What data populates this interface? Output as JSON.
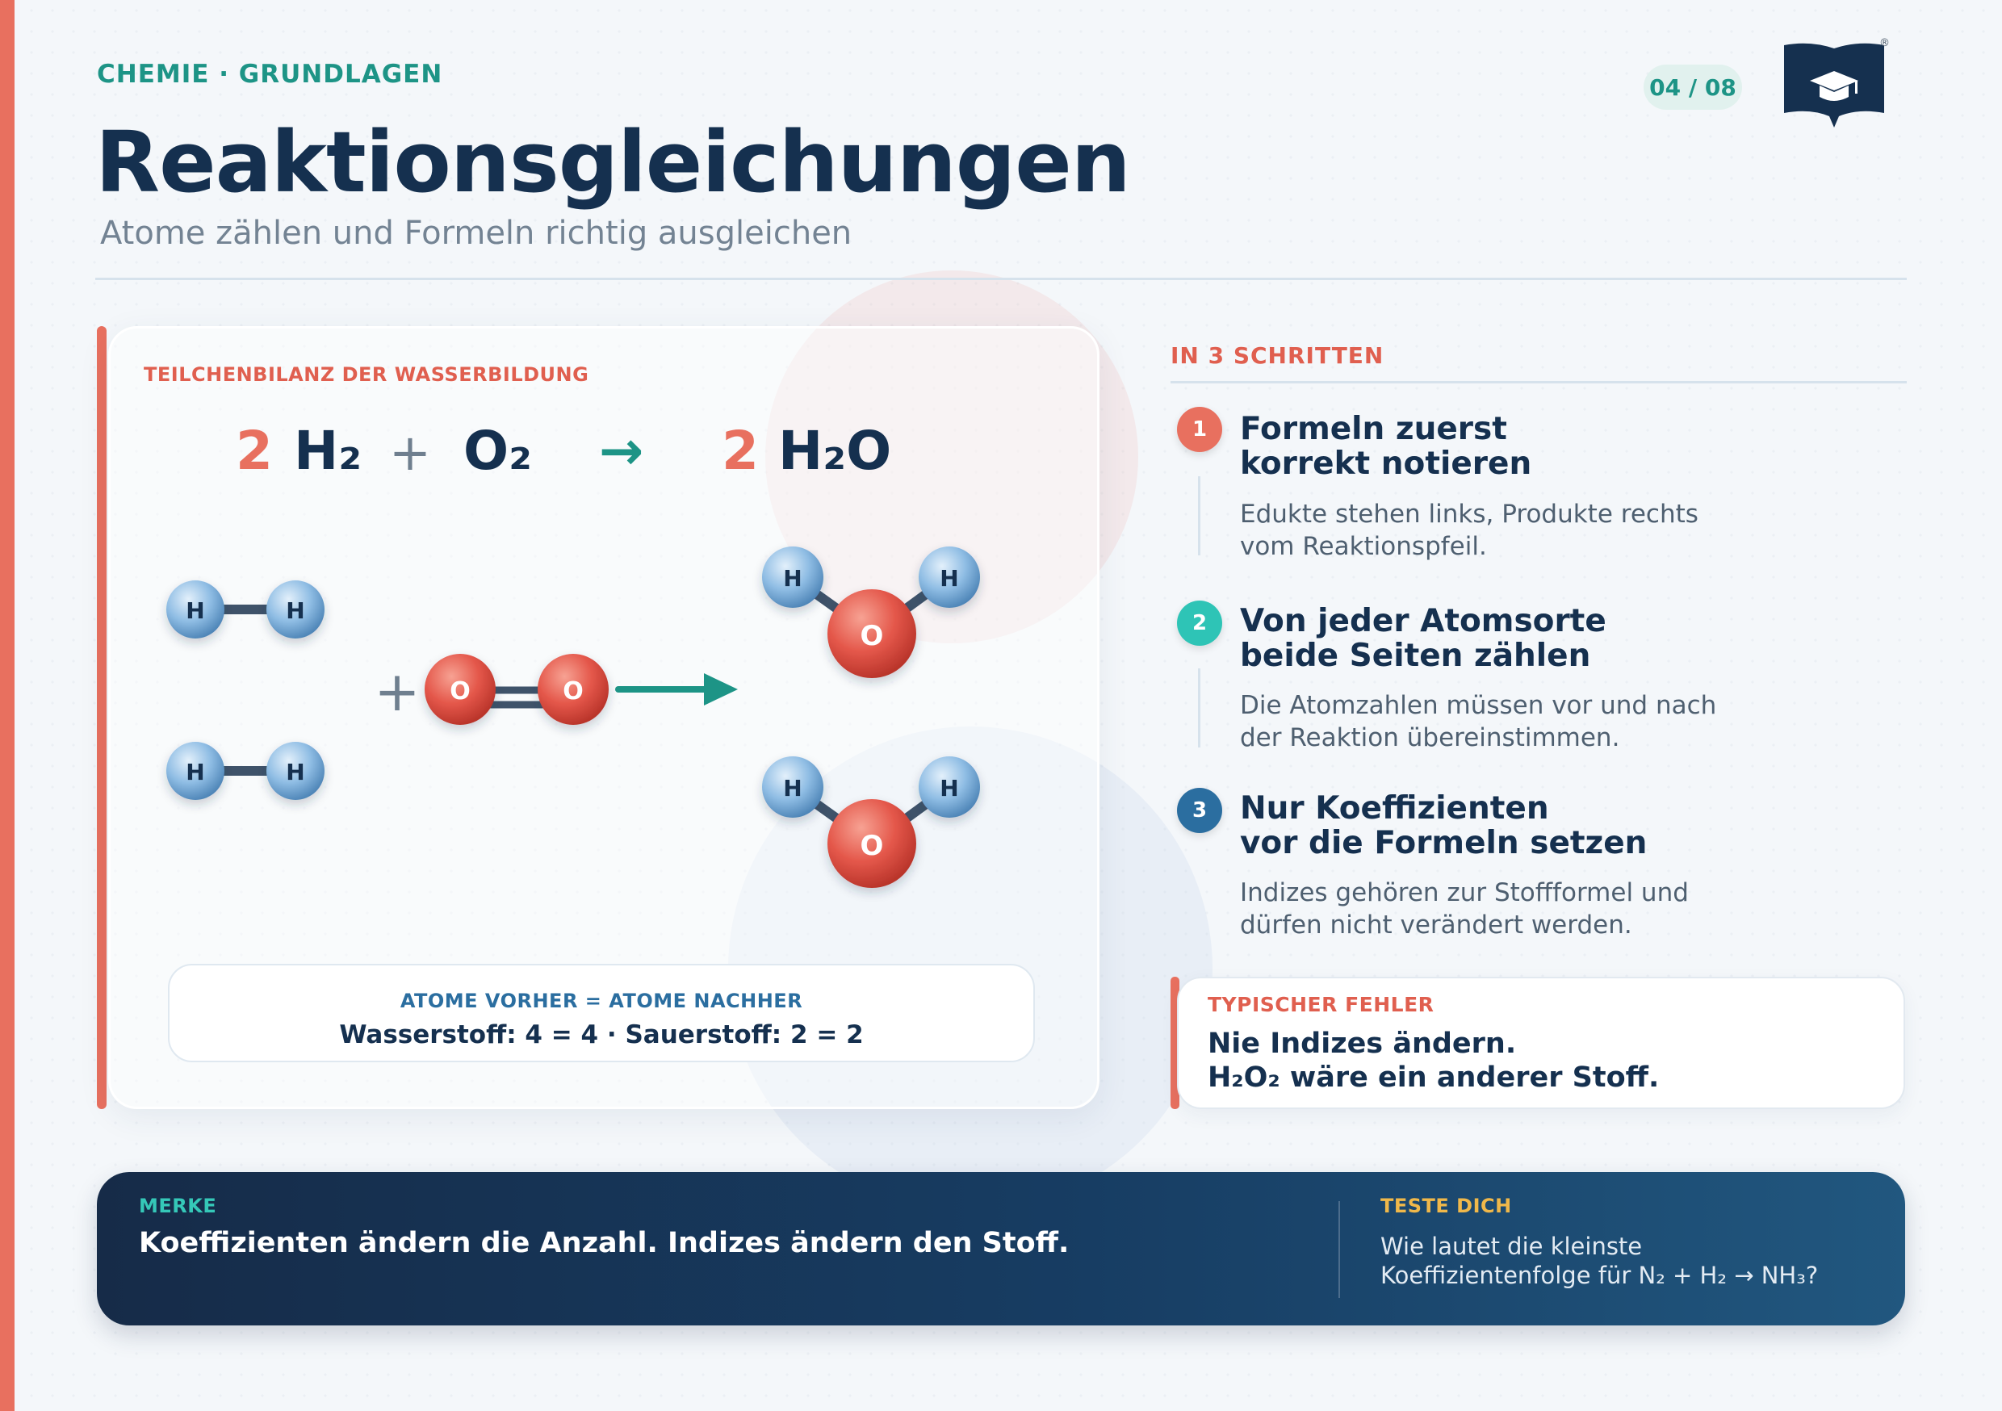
{
  "header": {
    "kicker": "CHEMIE · GRUNDLAGEN",
    "title": "Reaktionsgleichungen",
    "subtitle": "Atome zählen und Formeln richtig ausgleichen",
    "page_indicator": "04 / 08",
    "logo_icon": "graduation-cap-book-icon"
  },
  "figure": {
    "label": "TEILCHENBILANZ DER WASSERBILDUNG",
    "equation": {
      "coef1": "2",
      "reactant1": "H₂",
      "plus": "+",
      "reactant2": "O₂",
      "arrow": "→",
      "coef2": "2",
      "product": "H₂O"
    },
    "atoms": {
      "hydrogen": "H",
      "oxygen": "O",
      "plus": "+"
    },
    "colors": {
      "hydrogen": "#8fbde4",
      "oxygen": "#e4574a",
      "arrow": "#1d9486",
      "accent": "#e8705f"
    },
    "balance": {
      "label": "ATOME VORHER = ATOME NACHHER",
      "text": "Wasserstoff: 4 = 4 · Sauerstoff: 2 = 2"
    }
  },
  "steps": {
    "label": "IN 3 SCHRITTEN",
    "items": [
      {
        "number": "1",
        "title": "Formeln zuerst\nkorrekt notieren",
        "text": "Edukte stehen links, Produkte rechts\nvom Reaktionspfeil.",
        "color": "#e8705f"
      },
      {
        "number": "2",
        "title": "Von jeder Atomsorte\nbeide Seiten zählen",
        "text": "Die Atomzahlen müssen vor und nach\nder Reaktion übereinstimmen.",
        "color": "#2ec4b6"
      },
      {
        "number": "3",
        "title": "Nur Koeffizienten\nvor die Formeln setzen",
        "text": "Indizes gehören zur Stoffformel und\ndürfen nicht verändert werden.",
        "color": "#2b6ea0"
      }
    ]
  },
  "error_box": {
    "label": "TYPISCHER FEHLER",
    "text": "Nie Indizes ändern.\nH₂O₂ wäre ein anderer Stoff."
  },
  "footer": {
    "merke_label": "MERKE",
    "merke_text": "Koeffizienten ändern die Anzahl. Indizes ändern den Stoff.",
    "test_label": "TESTE DICH",
    "test_text": "Wie lautet die kleinste\nKoeffizientenfolge für N₂ + H₂ → NH₃?"
  }
}
